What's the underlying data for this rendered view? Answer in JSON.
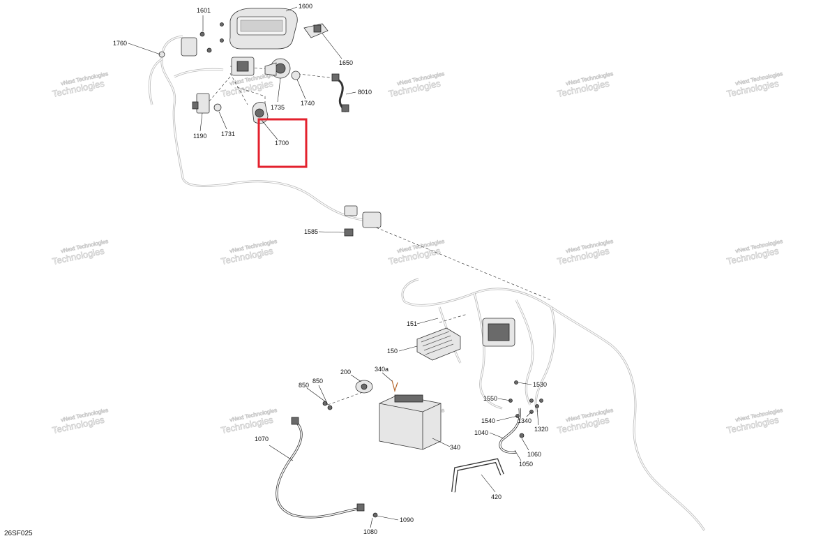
{
  "diagram": {
    "document_id": "26SF025",
    "watermark_line1": "vNext",
    "watermark_line2": "Technologies",
    "watermark_full": "vNext Technologies",
    "highlight_color": "#e3212d",
    "callouts": {
      "c1601": "1601",
      "c1600": "1600",
      "c1760": "1760",
      "c1650": "1650",
      "c8010": "8010",
      "c1735": "1735",
      "c1740": "1740",
      "c1190": "1190",
      "c1731": "1731",
      "c1700": "1700",
      "c1585": "1585",
      "c151": "151",
      "c150": "150",
      "c200": "200",
      "c340a": "340a",
      "c850a": "850",
      "c850b": "850",
      "c1530": "1530",
      "c1550": "1550",
      "c1540": "1540",
      "c1340": "1340",
      "c1320": "1320",
      "c1070": "1070",
      "c340": "340",
      "c1040": "1040",
      "c1060": "1060",
      "c1050": "1050",
      "c420": "420",
      "c1090": "1090",
      "c1080": "1080"
    }
  }
}
